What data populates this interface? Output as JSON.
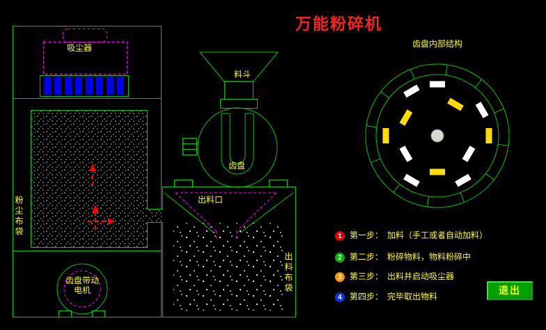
{
  "title": "万能粉碎机",
  "labels": {
    "dust_collector": "吸尘器",
    "dust_bag": "粉尘布袋",
    "motor": "齿盘带动\n电机",
    "hopper": "料斗",
    "gear_disc": "齿盘",
    "outlet": "出料口",
    "outlet_bag": "出料布袋",
    "gear_diagram_title": "齿盘内部结构"
  },
  "steps": [
    {
      "num": "1",
      "color": "#e60000",
      "text": "第一步：　加料（手工或者自动加料）"
    },
    {
      "num": "2",
      "color": "#00b800",
      "text": "第二步：　粉碎物料，物料粉碎中"
    },
    {
      "num": "3",
      "color": "#ff9500",
      "text": "第三步：　出料并启动吸尘器"
    },
    {
      "num": "4",
      "color": "#1133dd",
      "text": "第四步：　完毕取出物料"
    }
  ],
  "exit_button": "退出",
  "colors": {
    "background": "#000000",
    "line_green": "#00c800",
    "dashed_magenta": "#ff00ff",
    "label_yellow": "#ffff00",
    "title_red": "#ff1f1f",
    "filter_blue": "#0000ee",
    "arrow_red": "#ff0000"
  }
}
